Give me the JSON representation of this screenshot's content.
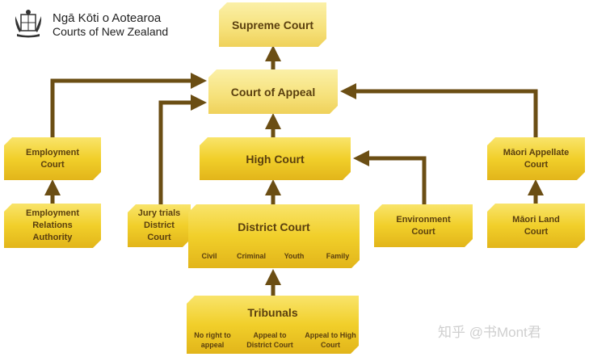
{
  "header": {
    "brand_line1": "Ngā Kōti o Aotearoa",
    "brand_line2": "Courts of New Zealand"
  },
  "nodes": {
    "supreme": "Supreme Court",
    "appeal": "Court of Appeal",
    "high": "High Court",
    "employment": "Employment Court",
    "maori_appellate": "Māori Appellate Court",
    "era": "Employment Relations Authority",
    "jury": "Jury trials District Court",
    "district": "District Court",
    "environment": "Environment Court",
    "maori_land": "Māori Land Court",
    "tribunals": "Tribunals"
  },
  "district_divisions": [
    "Civil",
    "Criminal",
    "Youth",
    "Family"
  ],
  "tribunal_rows": [
    "No right to appeal",
    "Appeal to District Court",
    "Appeal to High Court"
  ],
  "watermark": "知乎 @书Mont君",
  "colors": {
    "box": "#f1cf2a",
    "arrow": "#6b4e14",
    "text": "#5a3f0e"
  }
}
